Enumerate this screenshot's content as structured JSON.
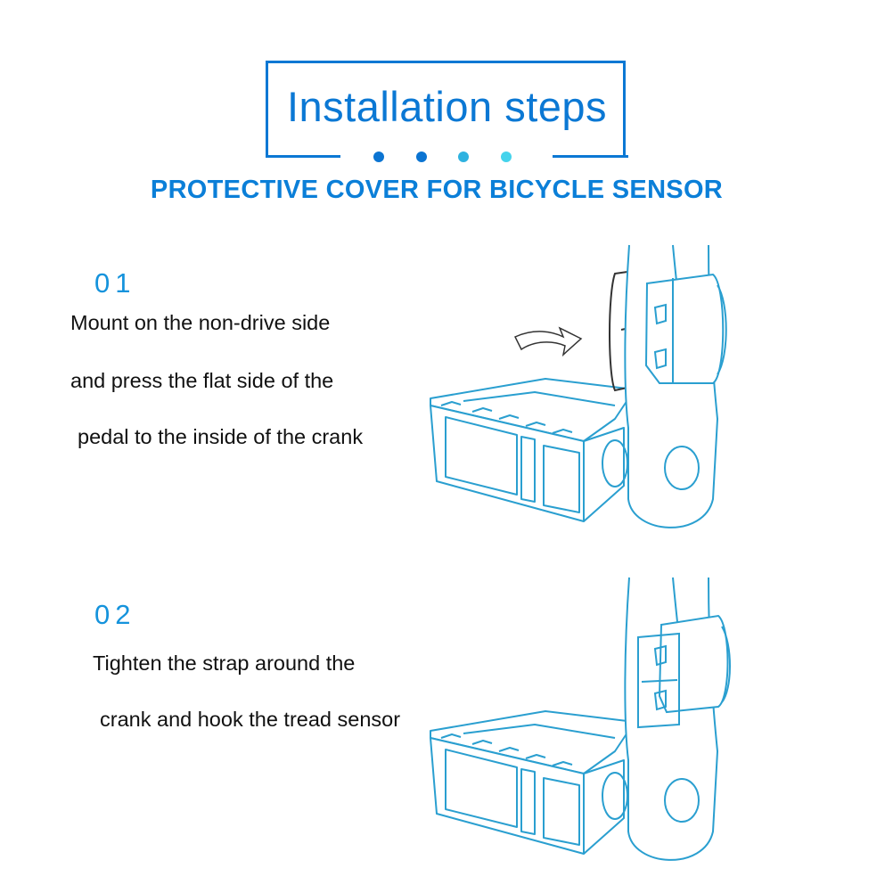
{
  "header": {
    "title": "Installation steps",
    "subtitle": "PROTECTIVE COVER FOR BICYCLE SENSOR",
    "dot_colors": [
      "#0b74d2",
      "#0b74d2",
      "#2fb2e0",
      "#45d3ec"
    ]
  },
  "steps": [
    {
      "number": "01",
      "lines": [
        "Mount on the non-drive side",
        "and press the flat side of the",
        "pedal to the inside of the crank"
      ]
    },
    {
      "number": "02",
      "lines": [
        "Tighten the strap around the",
        "crank and hook the tread sensor"
      ]
    }
  ],
  "colors": {
    "accent": "#0b78d4",
    "illustration": "#2a9fd0",
    "strap": "#333333"
  }
}
